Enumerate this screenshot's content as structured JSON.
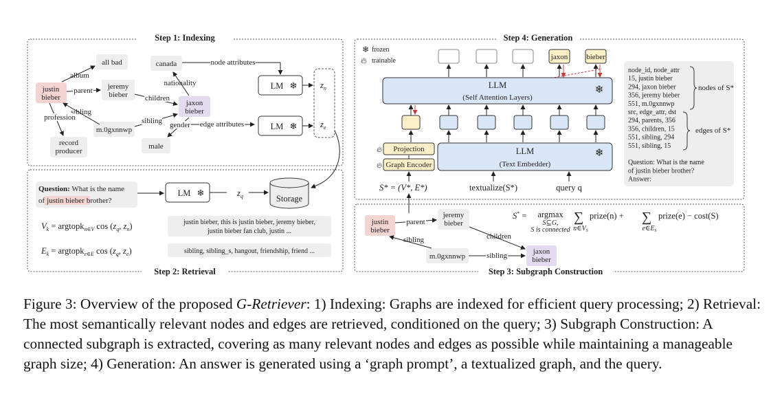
{
  "steps": {
    "indexing": "Step 1: Indexing",
    "retrieval": "Step 2: Retrieval",
    "subgraph": "Step 3: Subgraph Construction",
    "generation": "Step 4: Generation"
  },
  "graph1": {
    "nodes": {
      "justin": [
        "justin",
        "bieber"
      ],
      "all_bad": "all bad",
      "jeremy": [
        "jeremy",
        "bieber"
      ],
      "canada": "canada",
      "jaxon": [
        "jaxon",
        "bieber"
      ],
      "m0": "m.0gxnnwp",
      "male": "male",
      "record": [
        "record",
        "producer"
      ]
    },
    "edges": {
      "album": "album",
      "parent": "parent",
      "children": "children",
      "sibling": "sibling",
      "sibling2": "sibling",
      "profession": "profession",
      "nationality": "nationality",
      "gender": "gender",
      "node_attributes": "node attributes",
      "edge_attributes": "edge attributes"
    },
    "lm": "LM",
    "zn": "z",
    "zn_sub": "n",
    "ze": "z",
    "ze_sub": "e"
  },
  "retrieval": {
    "question_label": "Question:",
    "question_rest": " What is the name",
    "question_of": "of",
    "question_highlight": "justin bieber",
    "question_end": "brother?",
    "lm": "LM",
    "zq": "z",
    "zq_sub": "q",
    "storage": "Storage",
    "vk_formula": "V",
    "vk_text": [
      "justin bieber, this is justin bieber, jeremy bieber,",
      "justin bieber fan club, justin ..."
    ],
    "ek_text": "sibling, sibling_s, hangout, friendship, friend ..."
  },
  "subgraph": {
    "nodes": {
      "justin": [
        "justin",
        "bieber"
      ],
      "jeremy": [
        "jeremy",
        "bieber"
      ],
      "m0": "m.0gxnnwp",
      "jaxon": [
        "jaxon",
        "bieber"
      ]
    },
    "edges": {
      "parent": "parent",
      "children": "children",
      "sibling": "sibling",
      "sibling2": "sibling"
    },
    "objective_parts": [
      "S* =",
      "argmax",
      "S⊆G,",
      "S is connected",
      "prize(n) +",
      "prize(e) − cost(S)"
    ],
    "sum_sub_n": "n∈V",
    "sum_sub_e": "e∈E"
  },
  "generation": {
    "legend": {
      "frozen": "frozen",
      "trainable": "trainable"
    },
    "llm_top_title": "LLM",
    "llm_top_sub": "(Self Attention Layers)",
    "llm_bottom_title": "LLM",
    "llm_bottom_sub": "(Text Embedder)",
    "output_tokens": [
      "",
      "",
      "",
      "jaxon",
      "bieber"
    ],
    "projection": "Projection",
    "graph_encoder": "Graph Encoder",
    "s_star": "S* = (V*, E*)",
    "textualize": "textualize(S*)",
    "query": "query q",
    "prompt_lines": [
      "node_id, node_attr",
      "15, justin bieber",
      "294, jaxon bieber",
      "356, jeremy bieber",
      "551, m.0gxnnwp",
      "src, edge_attr, dst",
      "294, parents, 356",
      "356, children, 15",
      "551, sibling, 294",
      "551, sibling, 15",
      "",
      "Question: What is the name",
      "of justin bieber brother?",
      "Answer:"
    ],
    "nodes_of": "nodes of S*",
    "edges_of": "edges of S*"
  },
  "caption": {
    "prefix": "Figure 3: Overview of the proposed ",
    "emph": "G-Retriever",
    "text": ": 1) Indexing: Graphs are indexed for efficient query processing; 2) Retrieval: The most semantically relevant nodes and edges are retrieved, conditioned on the query; 3) Subgraph Construction: A connected subgraph is extracted, covering as many relevant nodes and edges as possible while maintaining a manageable graph size; 4) Generation: An answer is generated using a ‘graph prompt’, a textualized graph, and the query."
  },
  "colors": {
    "pink": "#f4d3d3",
    "purple": "#e3dcf1",
    "blue": "#d9e6f8",
    "yellow": "#fdf0c8",
    "gray": "#eeeeee",
    "red": "#c43b3b"
  }
}
